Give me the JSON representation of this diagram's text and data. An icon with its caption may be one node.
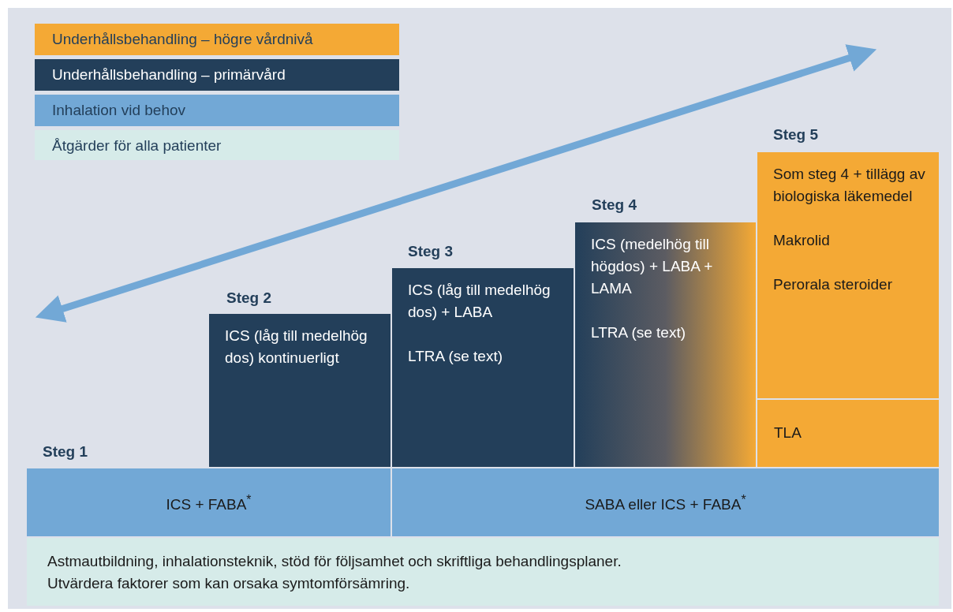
{
  "diagram": {
    "nodes": [
      {
        "text": [
          "Steg 2",
          "ICS (låg till medelhög dos) kontinuerligt"
        ]
      },
      {
        "text": [
          "Steg 3",
          "ICS (låg till medelhög dos) + LABA",
          "LTRA (se text)"
        ]
      },
      {
        "text": [
          "Steg 4",
          "ICS (medelhög till högdos) + LABA + LAMA",
          "LTRA (se text)"
        ]
      },
      {
        "text": [
          "Steg 5",
          "Som steg 4 + tillägg av biologiska läkemedel",
          "Makrolid",
          "Perorala steroider"
        ]
      },
      {
        "text": [
          "TLA"
        ]
      },
      {
        "text": [
          "Steg 1",
          "ICS + FABA$^{*}$"
        ]
      },
      {
        "text": [
          "SABA eller ICS + FABA$^{*}$"
        ]
      },
      {
        "text": [
          "Astmautbildning, inhalationsteknik, stöd för följsamhet och skriftliga behandlingsplaner. Utvärdera faktorer som kan orsaka symtomförsämring."
        ]
      }
    ],
    "edges": [],
    "legend": [
      {
        "text": "Underhållsbehandling – högre vårdnivå",
        "color": "#f4a935"
      },
      {
        "text": "Underhållsbehandling – primärvård",
        "color": "#233f5a"
      },
      {
        "text": "Inhalation vid behov",
        "color": "#72a8d6"
      },
      {
        "text": "Åtgärder för alla patienter",
        "color": "#d6ebe9"
      }
    ]
  }
}
